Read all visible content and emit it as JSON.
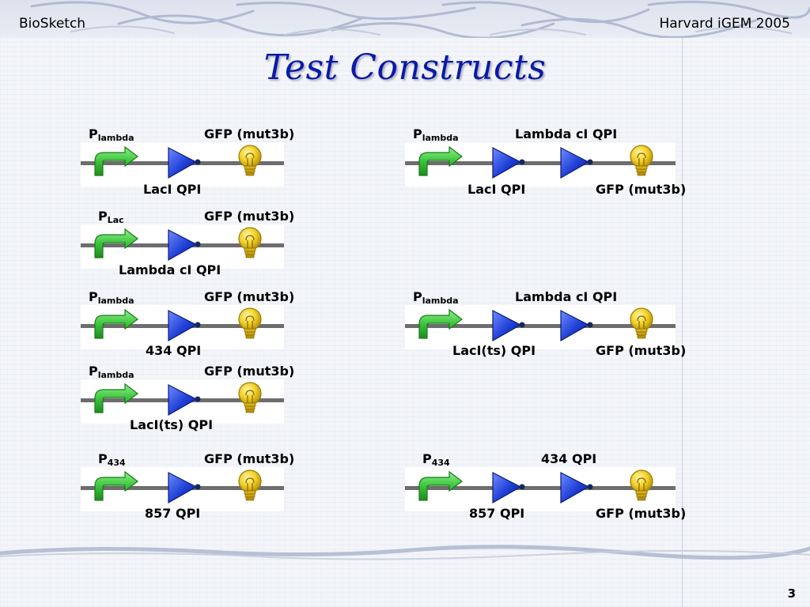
{
  "header": {
    "left": "BioSketch",
    "right": "Harvard iGEM 2005"
  },
  "title": "Test Constructs",
  "page_number": "3",
  "constructs": [
    {
      "promoter_main": "P",
      "promoter_sub": "lambda",
      "label_top": "GFP (mut3b)",
      "label_bottom": "LacI QPI"
    },
    {
      "promoter_main": "P",
      "promoter_sub": "lambda",
      "label_top": "Lambda cI QPI",
      "label_bottom_a": "LacI QPI",
      "label_bottom_b": "GFP (mut3b)"
    },
    {
      "promoter_main": "P",
      "promoter_sub": "Lac",
      "label_top": "GFP (mut3b)",
      "label_bottom": "Lambda cI QPI"
    },
    {
      "promoter_main": "P",
      "promoter_sub": "lambda",
      "label_top": "GFP (mut3b)",
      "label_bottom": "434 QPI"
    },
    {
      "promoter_main": "P",
      "promoter_sub": "lambda",
      "label_top": "Lambda cI QPI",
      "label_bottom_a": "LacI(ts) QPI",
      "label_bottom_b": "GFP (mut3b)"
    },
    {
      "promoter_main": "P",
      "promoter_sub": "lambda",
      "label_top": "GFP (mut3b)",
      "label_bottom": "LacI(ts) QPI"
    },
    {
      "promoter_main": "P",
      "promoter_sub": "434",
      "label_top": "GFP (mut3b)",
      "label_bottom": "857 QPI"
    },
    {
      "promoter_main": "P",
      "promoter_sub": "434",
      "label_top": "434 QPI",
      "label_bottom_a": "857 QPI",
      "label_bottom_b": "GFP (mut3b)"
    }
  ],
  "icons": {
    "promoter": "promoter-arrow-icon",
    "repressor": "repressor-triangle-icon",
    "reporter": "lightbulb-icon"
  },
  "colors": {
    "title": "#0a1aa8",
    "promoter": "#3cc43c",
    "repressor": "#1f3fd6",
    "bulb": "#e6c21a",
    "dna": "#6d6d6d"
  }
}
